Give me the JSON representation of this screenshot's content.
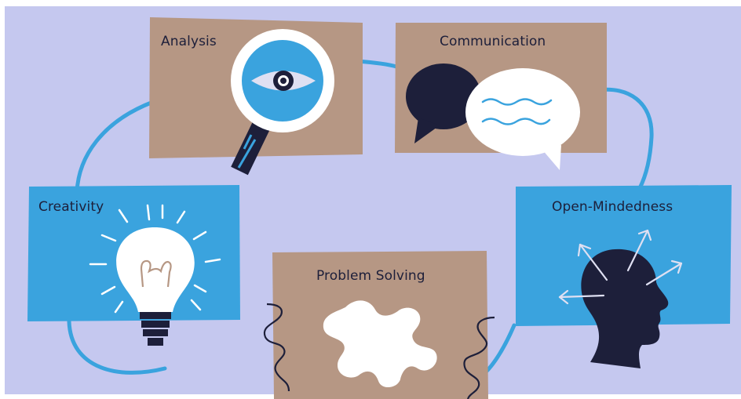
{
  "diagram": {
    "skills": [
      {
        "id": "analysis",
        "label": "Analysis",
        "icon": "magnifying-glass-eye-icon"
      },
      {
        "id": "communication",
        "label": "Communication",
        "icon": "speech-bubbles-icon"
      },
      {
        "id": "creativity",
        "label": "Creativity",
        "icon": "lightbulb-icon"
      },
      {
        "id": "open-mindedness",
        "label": "Open-Mindedness",
        "icon": "head-with-arrows-icon"
      },
      {
        "id": "problem-solving",
        "label": "Problem Solving",
        "icon": "puzzle-piece-icon"
      }
    ],
    "colors": {
      "background": "#c5c8ef",
      "tan_card": "#b69784",
      "blue_card": "#3aa3de",
      "loop_line": "#3aa3de",
      "dark_ink": "#1d1f3a",
      "white": "#ffffff"
    }
  }
}
